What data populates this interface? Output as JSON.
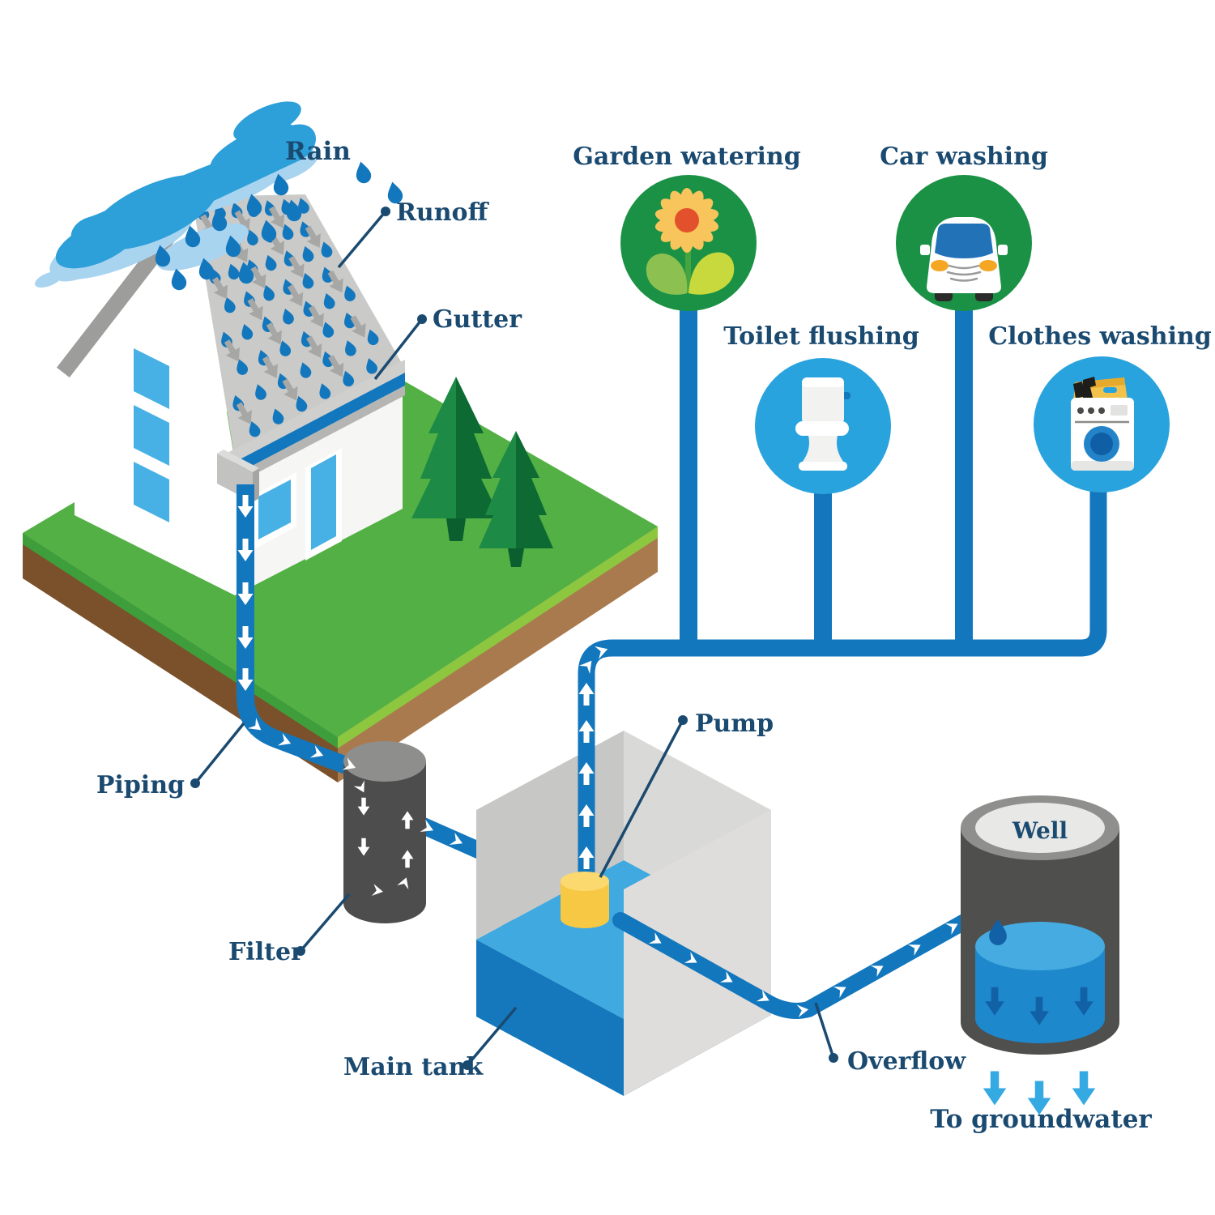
{
  "labels": {
    "rain": "Rain",
    "runoff": "Runoff",
    "gutter": "Gutter",
    "piping": "Piping",
    "filter": "Filter",
    "main_tank": "Main tank",
    "pump": "Pump",
    "overflow": "Overflow",
    "well": "Well",
    "to_groundwater": "To groundwater"
  },
  "usages": [
    {
      "label": "Garden watering",
      "icon": "sunflower-icon",
      "circle_color": "#1a9145"
    },
    {
      "label": "Car washing",
      "icon": "car-icon",
      "circle_color": "#1a9145"
    },
    {
      "label": "Toilet flushing",
      "icon": "toilet-icon",
      "circle_color": "#29a3dd"
    },
    {
      "label": "Clothes washing",
      "icon": "washing-machine-icon",
      "circle_color": "#29a3dd"
    }
  ],
  "colors": {
    "label_text": "#1b4a70",
    "pipe_blue": "#1377bd",
    "water_surface": "#3fa9e0",
    "cloud_blue": "#2d9fd9",
    "cloud_light": "#a9d4ef",
    "grass_green": "#53b044",
    "circle_green": "#1a9145",
    "circle_blue": "#29a3dd",
    "roof_gray": "#cacac8",
    "filter_gray": "#4d4d4d",
    "well_gray": "#4f4f4d",
    "pump_yellow": "#f7c843"
  }
}
